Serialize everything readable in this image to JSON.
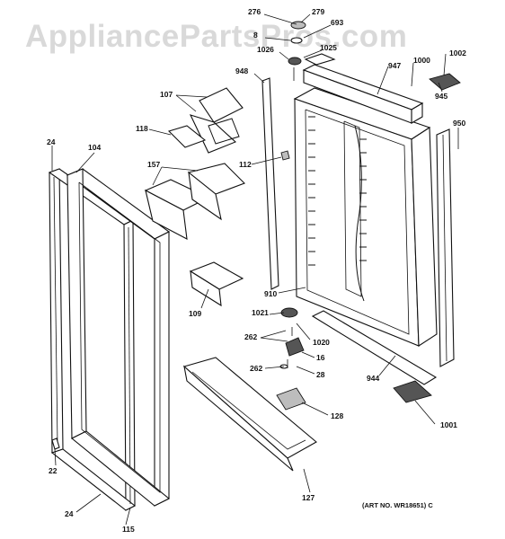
{
  "watermark": "AppliancePartsPros.com",
  "art_note": "(ART NO. WR18651) C",
  "callouts": [
    "276",
    "279",
    "8",
    "693",
    "1026",
    "1025",
    "1002",
    "1000",
    "947",
    "948",
    "945",
    "107",
    "950",
    "118",
    "24",
    "104",
    "112",
    "157",
    "910",
    "1021",
    "109",
    "262",
    "1020",
    "16",
    "262",
    "28",
    "944",
    "128",
    "1001",
    "22",
    "127",
    "24",
    "115"
  ],
  "colors": {
    "ink": "#111111",
    "watermark": "#d9d9d9",
    "background": "#ffffff"
  }
}
